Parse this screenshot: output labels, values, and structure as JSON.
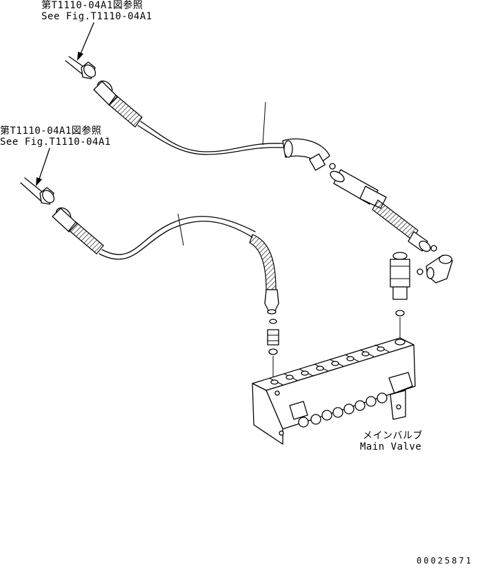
{
  "references": [
    {
      "jp": "第T1110-04A1図参照",
      "en": "See Fig.T1110-04A1"
    },
    {
      "jp": "第T1110-04A1図参照",
      "en": "See Fig.T1110-04A1"
    }
  ],
  "main_valve": {
    "jp": "メインバルブ",
    "en": "Main Valve"
  },
  "drawing_number": "00025871"
}
